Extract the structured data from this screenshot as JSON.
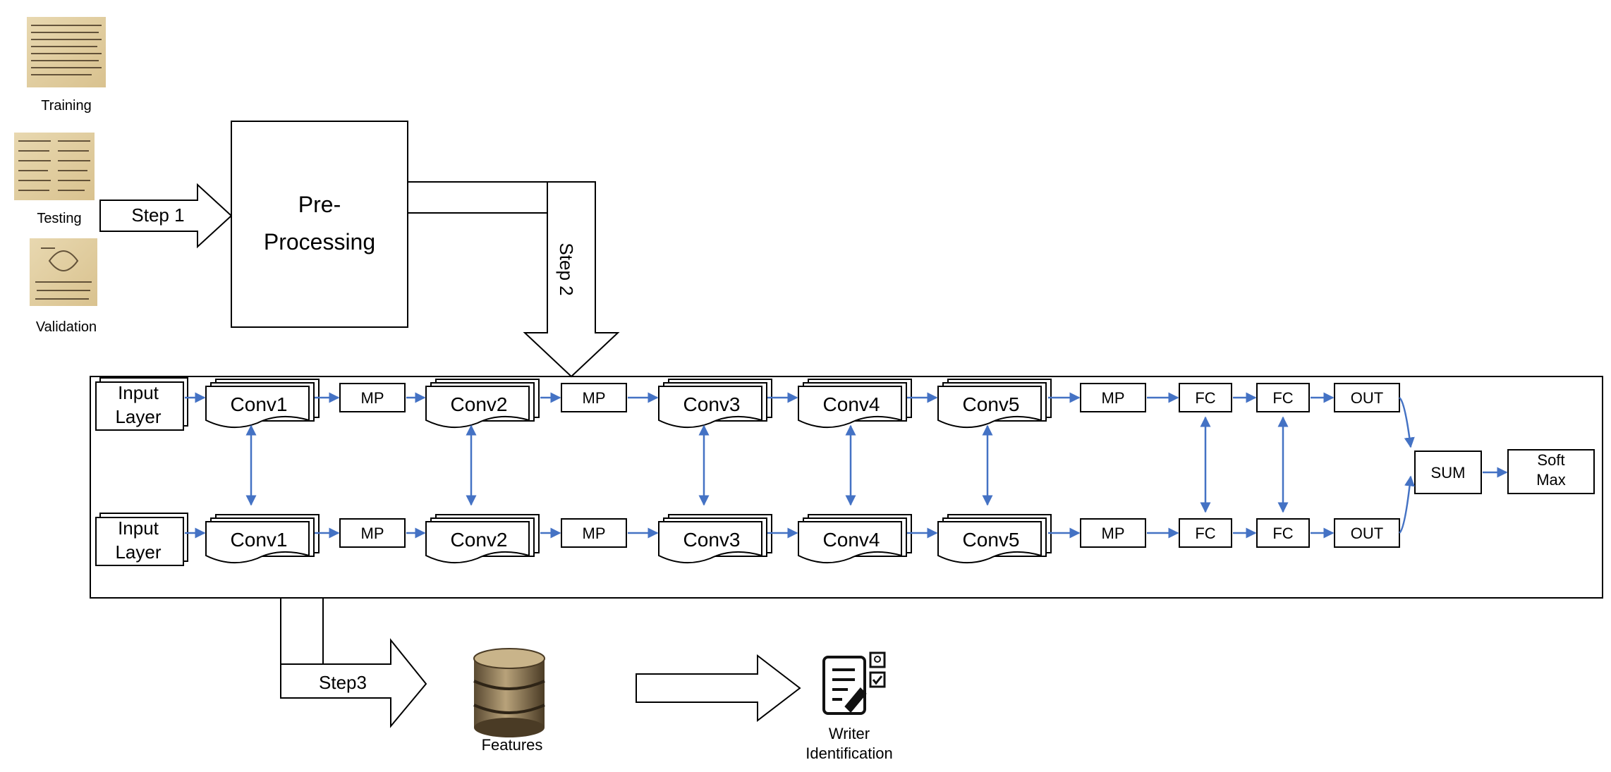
{
  "datasets": [
    {
      "label": "Training",
      "icon": "manuscript-thumbnail"
    },
    {
      "label": "Testing",
      "icon": "manuscript-thumbnail"
    },
    {
      "label": "Validation",
      "icon": "manuscript-thumbnail"
    }
  ],
  "steps": {
    "step1": "Step 1",
    "step2": "Step 2",
    "step3": "Step3"
  },
  "preprocessing": {
    "line1": "Pre-",
    "line2": "Processing"
  },
  "network": {
    "input_line1": "Input",
    "input_line2": "Layer",
    "conv": [
      "Conv1",
      "Conv2",
      "Conv3",
      "Conv4",
      "Conv5"
    ],
    "mp": "MP",
    "fc": "FC",
    "out": "OUT",
    "sum": "SUM",
    "softmax_line1": "Soft",
    "softmax_line2": "Max"
  },
  "features": {
    "label": "Features",
    "icon": "database-icon"
  },
  "writer": {
    "line1": "Writer",
    "line2": "Identification",
    "icon": "document-check-icon"
  },
  "colors": {
    "arrow_blue": "#4472C4",
    "stroke": "#000000"
  }
}
